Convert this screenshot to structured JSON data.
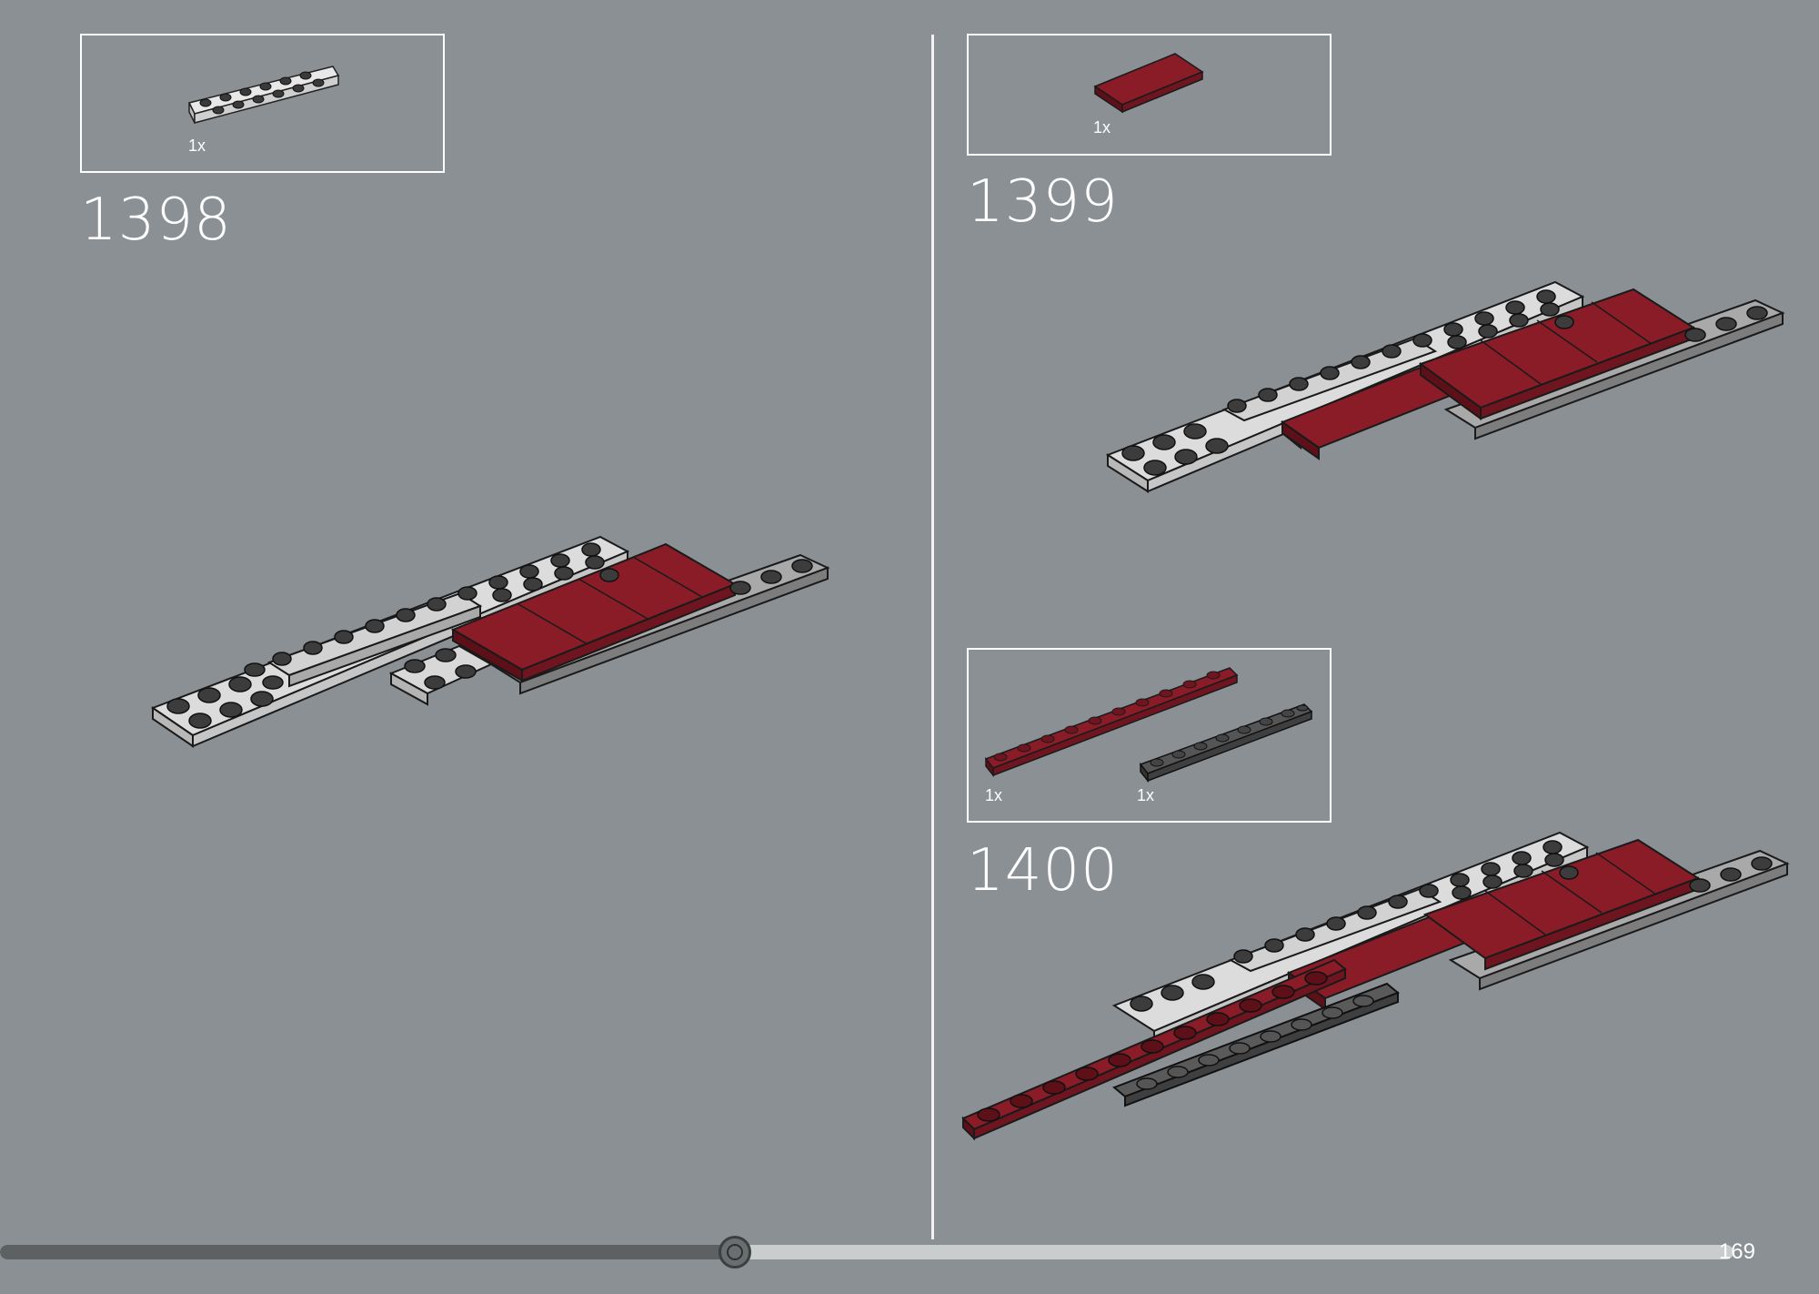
{
  "page_number": "169",
  "progress": {
    "fraction": 0.424
  },
  "steps": [
    {
      "number": "1398",
      "parts": [
        {
          "qty": "1x",
          "piece": "light-gray-plate-2x6"
        }
      ]
    },
    {
      "number": "1399",
      "parts": [
        {
          "qty": "1x",
          "piece": "dark-red-tile-2x4"
        }
      ]
    },
    {
      "number": "1400",
      "parts": [
        {
          "qty": "1x",
          "piece": "dark-red-plate-1x10"
        },
        {
          "qty": "1x",
          "piece": "dark-gray-plate-1x8"
        }
      ]
    }
  ],
  "colors": {
    "background": "#8a9094",
    "light_gray": "#d4d4d4",
    "dark_red": "#8a1c28",
    "dark_gray": "#4a4a4a"
  }
}
